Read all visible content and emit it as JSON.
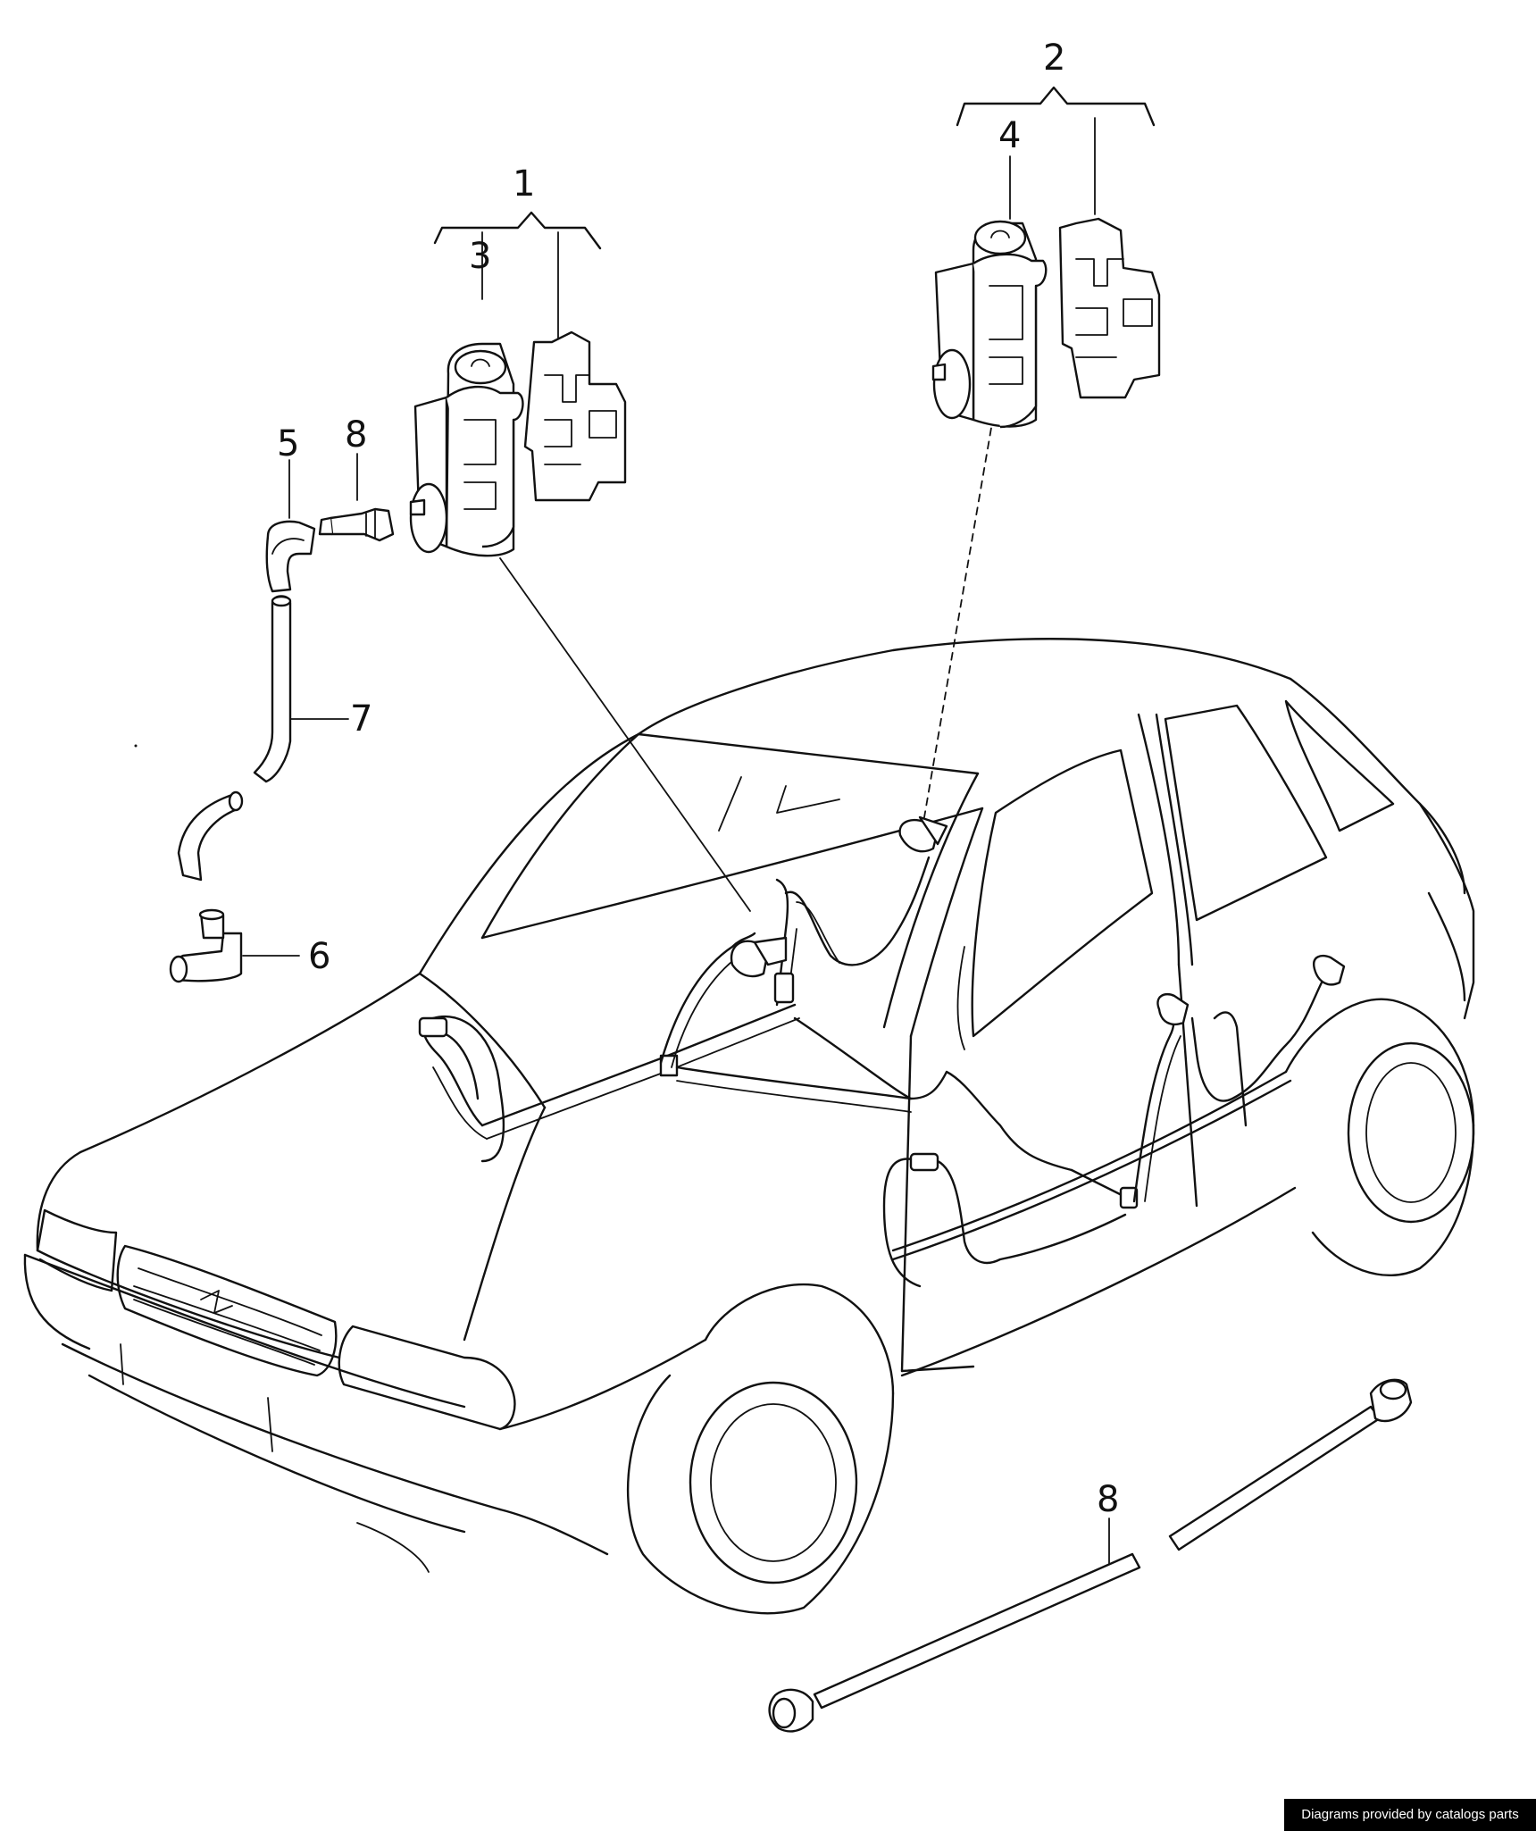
{
  "diagram": {
    "callouts": {
      "c1": "1",
      "c2": "2",
      "c3": "3",
      "c4": "4",
      "c5": "5",
      "c6": "6",
      "c7": "7",
      "c8a": "8",
      "c8b": "8"
    }
  },
  "footer": {
    "credit": "Diagrams provided by catalogs parts"
  }
}
